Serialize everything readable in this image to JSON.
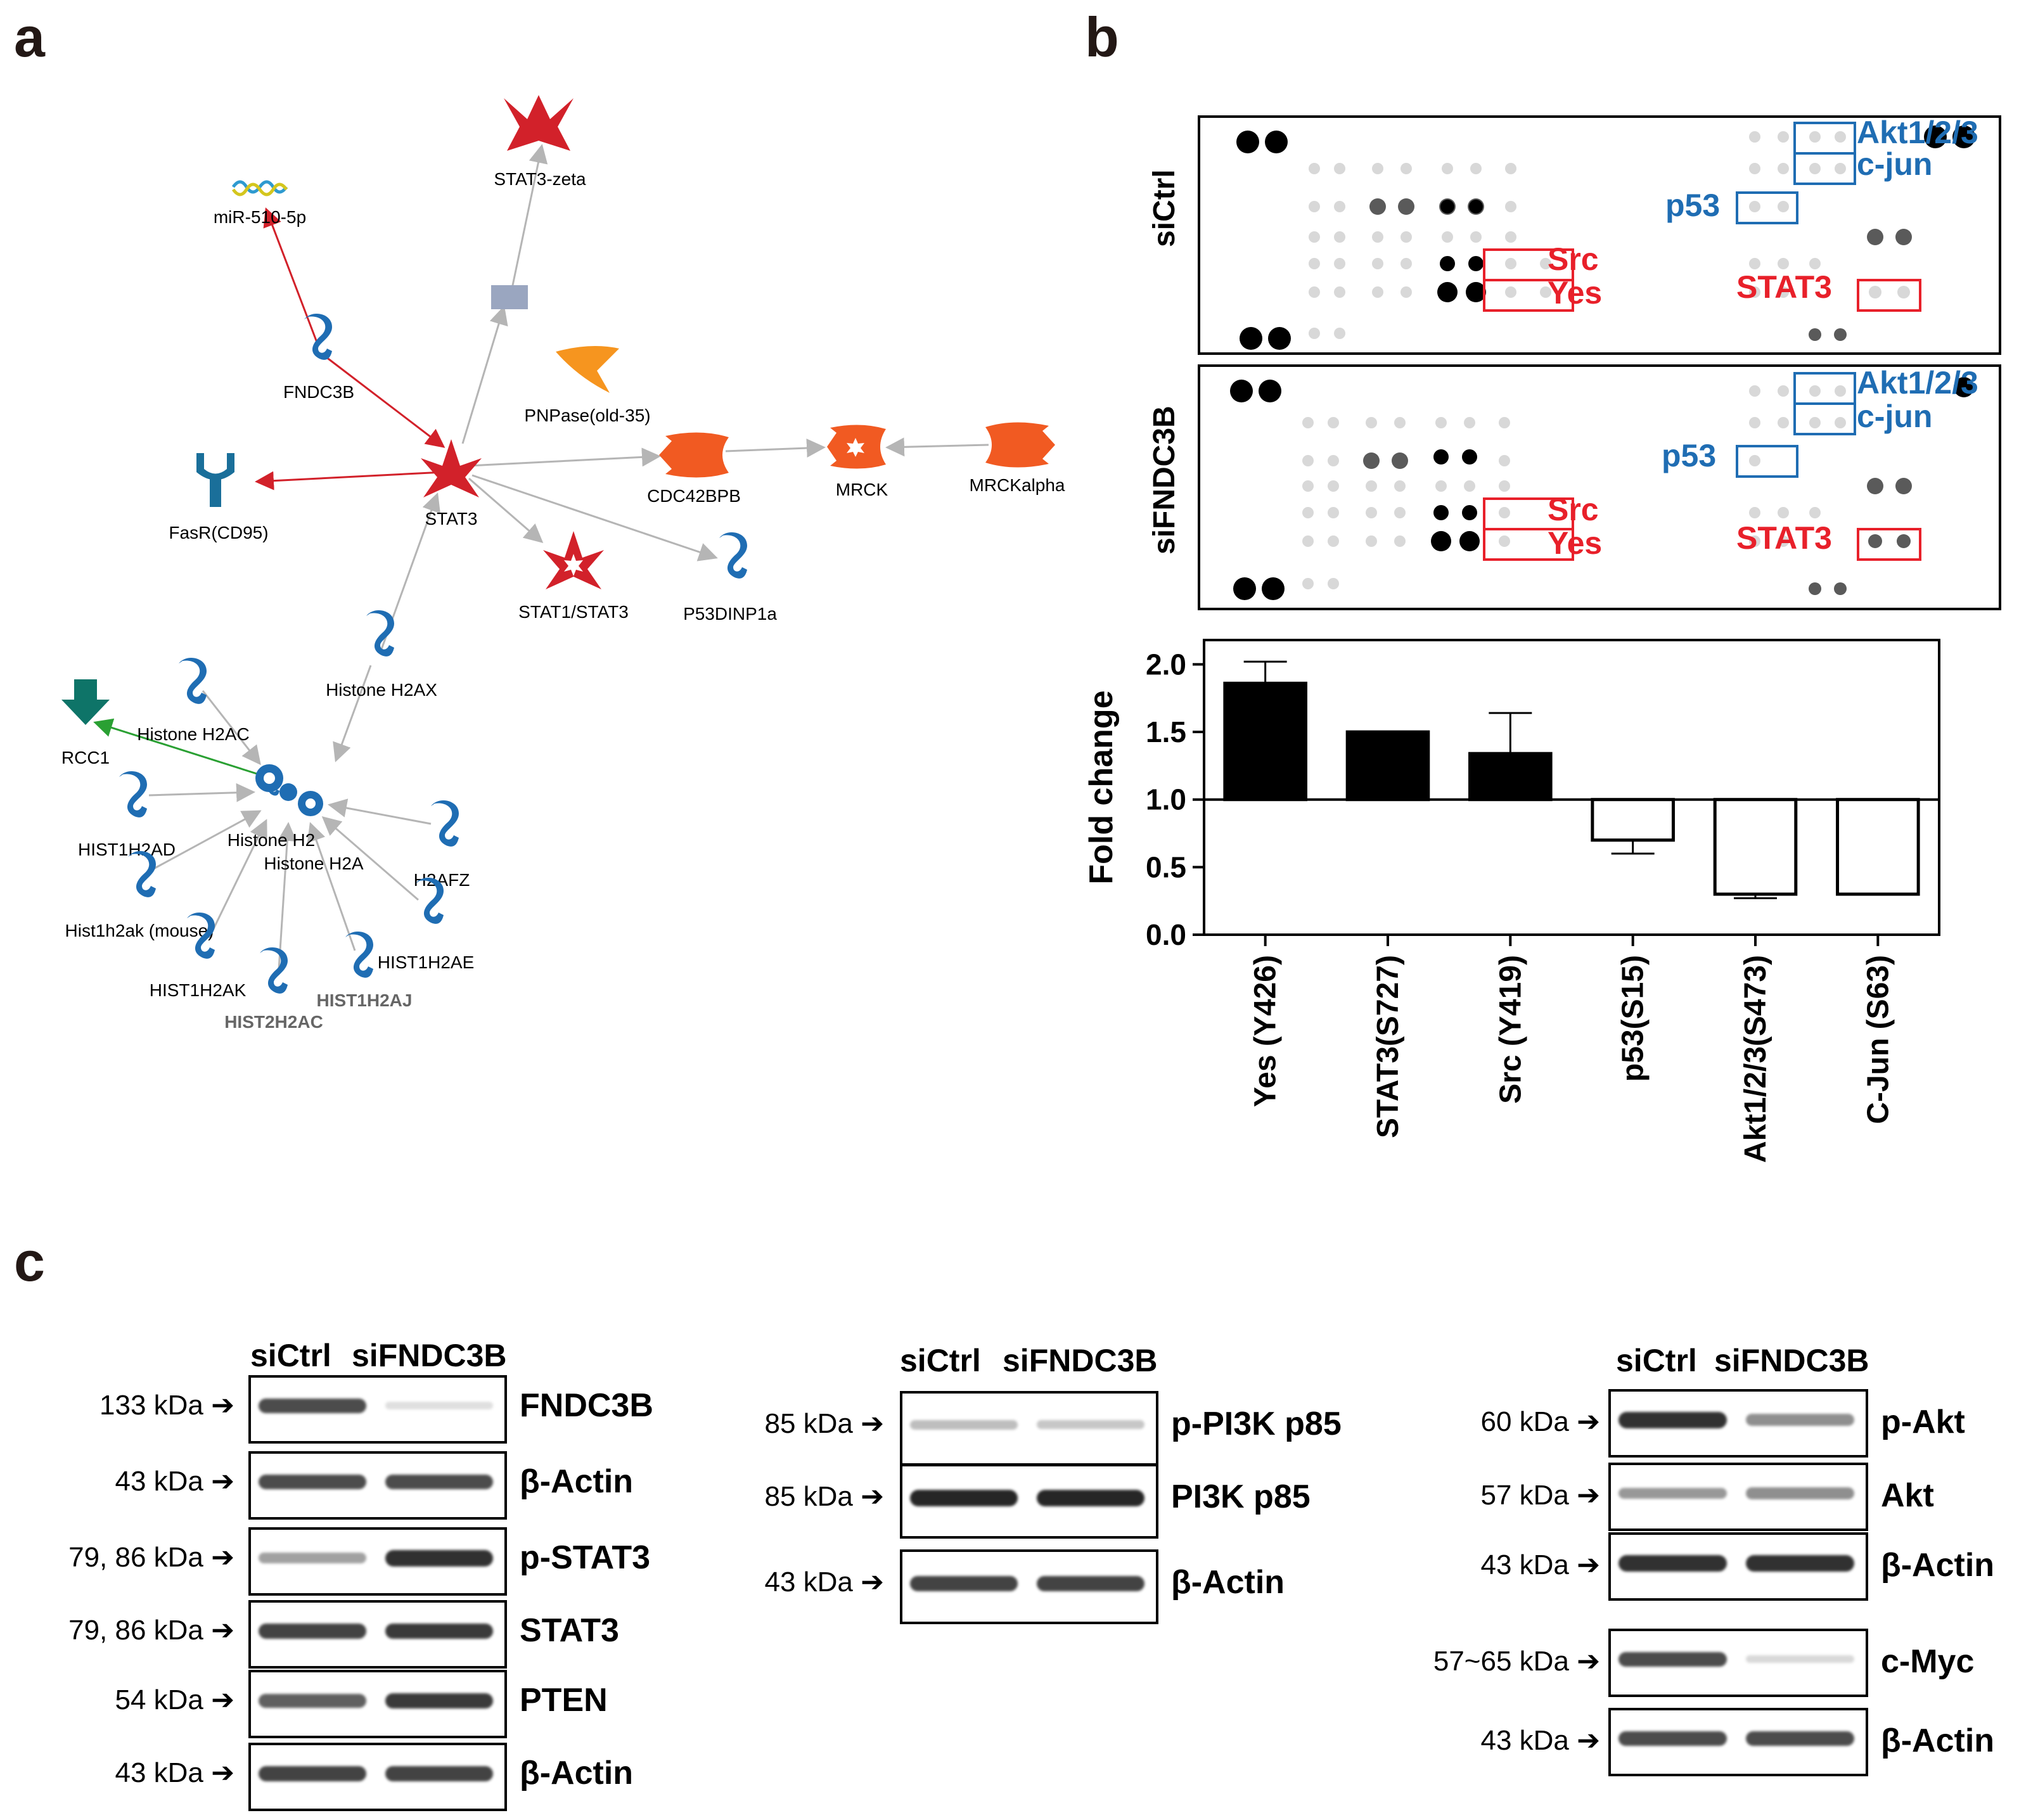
{
  "panel_labels": [
    "a",
    "b",
    "c"
  ],
  "network": {
    "nodes": [
      "miR-510-5p",
      "STAT3-zeta",
      "FNDC3B",
      "PNPase(old-35)",
      "FasR(CD95)",
      "STAT3",
      "CDC42BPB",
      "MRCK",
      "MRCKalpha",
      "STAT1/STAT3",
      "P53DINP1a",
      "Histone H2AX",
      "Histone H2AC",
      "RCC1",
      "Histone H2",
      "Histone H2A",
      "HIST1H2AD",
      "H2AFZ",
      "Hist1h2ak (mouse)",
      "HIST1H2AE",
      "HIST1H2AK",
      "HIST1H2AJ",
      "HIST2H2AC"
    ]
  },
  "array": {
    "conditions": [
      "siCtrl",
      "siFNDC3B"
    ],
    "box_labels_blue": [
      "Akt1/2/3",
      "c-jun",
      "p53"
    ],
    "box_labels_red": [
      "Src",
      "Yes",
      "STAT3"
    ],
    "colors": {
      "red": "#e8202a",
      "blue": "#1f6db3"
    }
  },
  "chart_data": {
    "type": "bar",
    "ylabel": "Fold change",
    "categories": [
      "Yes (Y426)",
      "STAT3(S727)",
      "Src (Y419)",
      "p53(S15)",
      "Akt1/2/3(S473)",
      "C-Jun (S63)"
    ],
    "values": [
      1.86,
      1.5,
      1.34,
      0.7,
      0.3,
      0.3
    ],
    "errors": [
      0.16,
      0.0,
      0.3,
      0.1,
      0.03,
      0.0
    ],
    "fills": [
      "black",
      "black",
      "black",
      "white",
      "white",
      "white"
    ],
    "baseline": 1.0,
    "ylim": [
      0,
      2.0
    ],
    "yticks": [
      "0.0",
      "0.5",
      "1.0",
      "1.5",
      "2.0"
    ]
  },
  "western": {
    "lane_labels": [
      "siCtrl",
      "siFNDC3B"
    ],
    "group1": {
      "sizes": [
        "133 kDa",
        "43 kDa",
        "79, 86 kDa",
        "79, 86 kDa",
        "54 kDa",
        "43 kDa"
      ],
      "proteins": [
        "FNDC3B",
        "β-Actin",
        "p-STAT3",
        "STAT3",
        "PTEN",
        "β-Actin"
      ]
    },
    "group2": {
      "sizes": [
        "85 kDa",
        "85 kDa",
        "43 kDa"
      ],
      "proteins": [
        "p-PI3K p85",
        "PI3K p85",
        "β-Actin"
      ]
    },
    "group3": {
      "sizes": [
        "60 kDa",
        "57 kDa",
        "43 kDa",
        "57~65 kDa",
        "43 kDa"
      ],
      "proteins": [
        "p-Akt",
        "Akt",
        "β-Actin",
        "c-Myc",
        "β-Actin"
      ]
    }
  }
}
